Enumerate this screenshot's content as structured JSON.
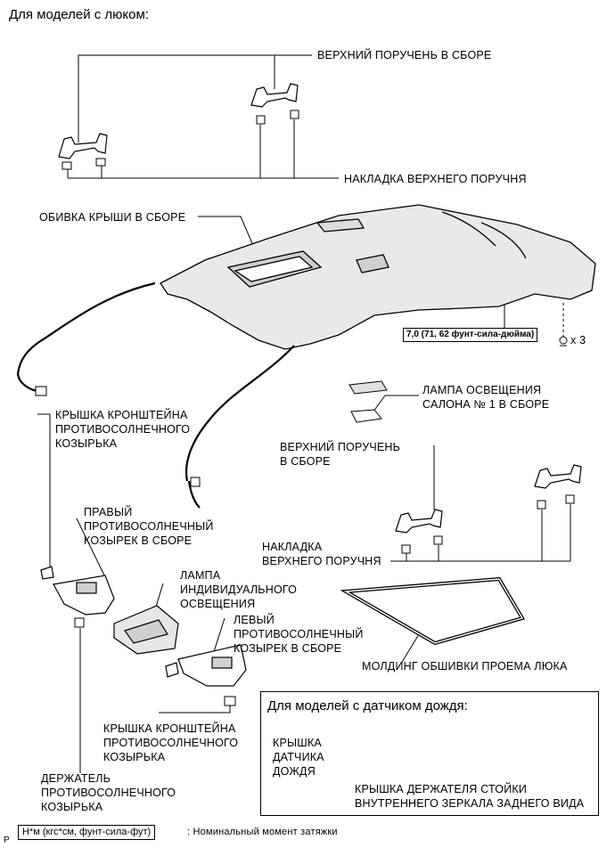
{
  "header": {
    "title": "Для моделей с люком:"
  },
  "labels": {
    "upper_grip_top": "ВЕРХНИЙ ПОРУЧЕНЬ В СБОРЕ",
    "grip_cover_top": "НАКЛАДКА ВЕРХНЕГО ПОРУЧНЯ",
    "roof_headlining": "ОБИВКА КРЫШИ В СБОРЕ",
    "torque_value": "7,0 (71, 62 фунт-сила-дюйма)",
    "clip_count": "x 3",
    "room_lamp": "ЛАМПА ОСВЕЩЕНИЯ\nСАЛОНА № 1 В СБОРЕ",
    "visor_holder_cover_top": "КРЫШКА КРОНШТЕЙНА\nПРОТИВОСОЛНЕЧНОГО\nКОЗЫРЬКА",
    "upper_grip_right": "ВЕРХНИЙ ПОРУЧЕНЬ\nВ СБОРЕ",
    "right_visor": "ПРАВЫЙ\nПРОТИВОСОЛНЕЧНЫЙ\nКОЗЫРЕК В СБОРЕ",
    "grip_cover_right": "НАКЛАДКА\nВЕРХНЕГО ПОРУЧНЯ",
    "map_lamp": "ЛАМПА\nИНДИВИДУАЛЬНОГО\nОСВЕЩЕНИЯ",
    "left_visor": "ЛЕВЫЙ\nПРОТИВОСОЛНЕЧНЫЙ\nКОЗЫРЕК В СБОРЕ",
    "sunroof_molding": "МОЛДИНГ ОБШИВКИ ПРОЕМА ЛЮКА",
    "visor_holder_cover_bottom": "КРЫШКА КРОНШТЕЙНА\nПРОТИВОСОЛНЕЧНОГО\nКОЗЫРЬКА",
    "visor_holder": "ДЕРЖАТЕЛЬ\nПРОТИВОСОЛНЕЧНОГО\nКОЗЫРЬКА"
  },
  "rain_sensor_box": {
    "title": "Для моделей с датчиком дождя:",
    "sensor_cover": "КРЫШКА\nДАТЧИКА\nДОЖДЯ",
    "mirror_stay_cover": "КРЫШКА ДЕРЖАТЕЛЯ СТОЙКИ\nВНУТРЕННЕГО ЗЕРКАЛА ЗАДНЕГО ВИДА"
  },
  "legend": {
    "unit_box": "Н*м (кгс*см, фунт-сила-фут)",
    "unit_desc": ": Номинальный момент затяжки",
    "corner_mark": "P"
  }
}
